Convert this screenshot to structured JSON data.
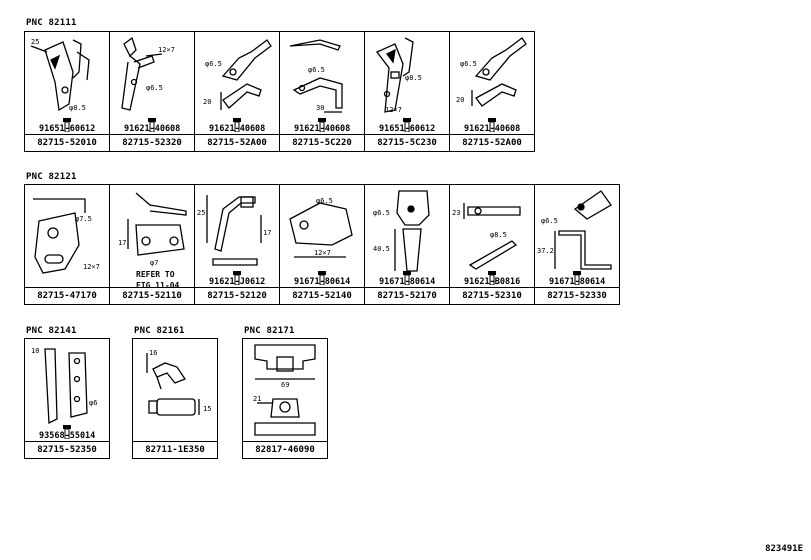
{
  "groups": [
    {
      "pnc": "PNC 82111",
      "cells": [
        {
          "part": "91651-60612",
          "ref": "82715-52010",
          "labels": [
            "25",
            "φ8.5"
          ]
        },
        {
          "part": "91621-40608",
          "ref": "82715-52320",
          "labels": [
            "12×7",
            "φ6.5"
          ]
        },
        {
          "part": "91621-40608",
          "ref": "82715-52A00",
          "labels": [
            "φ6.5",
            "20"
          ]
        },
        {
          "part": "91621-40608",
          "ref": "82715-5C220",
          "labels": [
            "φ6.5",
            "30"
          ]
        },
        {
          "part": "91651-60612",
          "ref": "82715-5C230",
          "labels": [
            "φ8.5",
            "12×7"
          ]
        },
        {
          "part": "91621-40608",
          "ref": "82715-52A00",
          "labels": [
            "φ6.5",
            "20"
          ]
        }
      ]
    },
    {
      "pnc": "PNC 82121",
      "cells": [
        {
          "part": "",
          "ref": "82715-47170",
          "labels": [
            "φ7.5",
            "12×7"
          ]
        },
        {
          "part": "",
          "ref": "82715-52110",
          "labels": [
            "17",
            "φ7"
          ],
          "refer": "REFER TO\nFIG 11-04"
        },
        {
          "part": "91621-J0612",
          "ref": "82715-52120",
          "labels": [
            "25",
            "17"
          ]
        },
        {
          "part": "91671-80614",
          "ref": "82715-52140",
          "labels": [
            "φ6.5",
            "12×7"
          ]
        },
        {
          "part": "91671-80614",
          "ref": "82715-52170",
          "labels": [
            "φ6.5",
            "40.5"
          ]
        },
        {
          "part": "91621-B0816",
          "ref": "82715-52310",
          "labels": [
            "23",
            "φ8.5"
          ]
        },
        {
          "part": "91671-80614",
          "ref": "82715-52330",
          "labels": [
            "φ6.5",
            "37.2"
          ]
        }
      ]
    },
    {
      "pnc": "PNC 82141",
      "cells": [
        {
          "part": "93568-55014",
          "ref": "82715-52350",
          "labels": [
            "10",
            "φ6"
          ]
        }
      ]
    },
    {
      "pnc": "PNC 82161",
      "cells": [
        {
          "part": "",
          "ref": "82711-1E350",
          "labels": [
            "16",
            "15"
          ]
        }
      ]
    },
    {
      "pnc": "PNC 82171",
      "cells": [
        {
          "part": "",
          "ref": "82817-46090",
          "labels": [
            "69",
            "21"
          ]
        }
      ]
    }
  ],
  "diagram_code": "823491E"
}
